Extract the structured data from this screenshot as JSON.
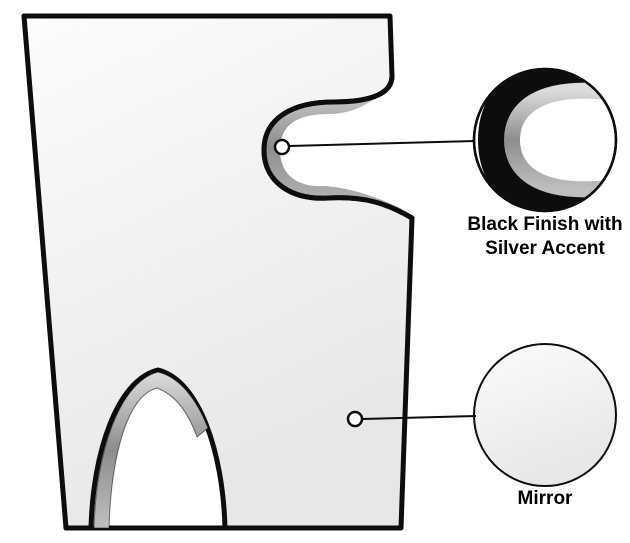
{
  "figure": {
    "colors": {
      "background": "#ffffff",
      "outline": "#0d0d0d",
      "mirror_light": "#fcfcfc",
      "mirror_dark": "#e7e7e7",
      "silver_light": "#dcdcdc",
      "silver_mid": "#8d8d8d",
      "silver_dark": "#bfbfbf",
      "label_text": "#000000"
    },
    "callouts": {
      "finish": {
        "label_line1": "Black Finish with",
        "label_line2": "Silver Accent"
      },
      "mirror": {
        "label": "Mirror"
      }
    }
  }
}
